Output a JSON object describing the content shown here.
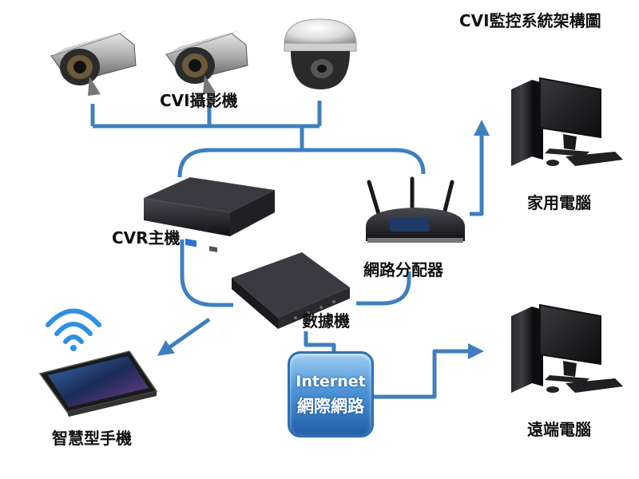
{
  "title": "CVI監控系統架構圖",
  "nodes": {
    "cameras": {
      "label": "CVI攝影機"
    },
    "cvr_host": {
      "label": "CVR主機"
    },
    "router": {
      "label": "網路分配器"
    },
    "modem": {
      "label": "數據機"
    },
    "internet": {
      "label_en": "Internet",
      "label_zh": "網際網路"
    },
    "home_pc": {
      "label": "家用電腦"
    },
    "remote_pc": {
      "label": "遠端電腦"
    },
    "smartphone": {
      "label": "智慧型手機"
    }
  },
  "colors": {
    "link": "#3f7fc0",
    "device_dark": "#1e1e22",
    "internet_box": "#4d94d6"
  },
  "icons": [
    "bullet-camera-icon",
    "dome-camera-icon",
    "dvr-box-icon",
    "wifi-router-icon",
    "modem-icon",
    "desktop-pc-icon",
    "smartphone-icon",
    "wifi-signal-icon"
  ]
}
